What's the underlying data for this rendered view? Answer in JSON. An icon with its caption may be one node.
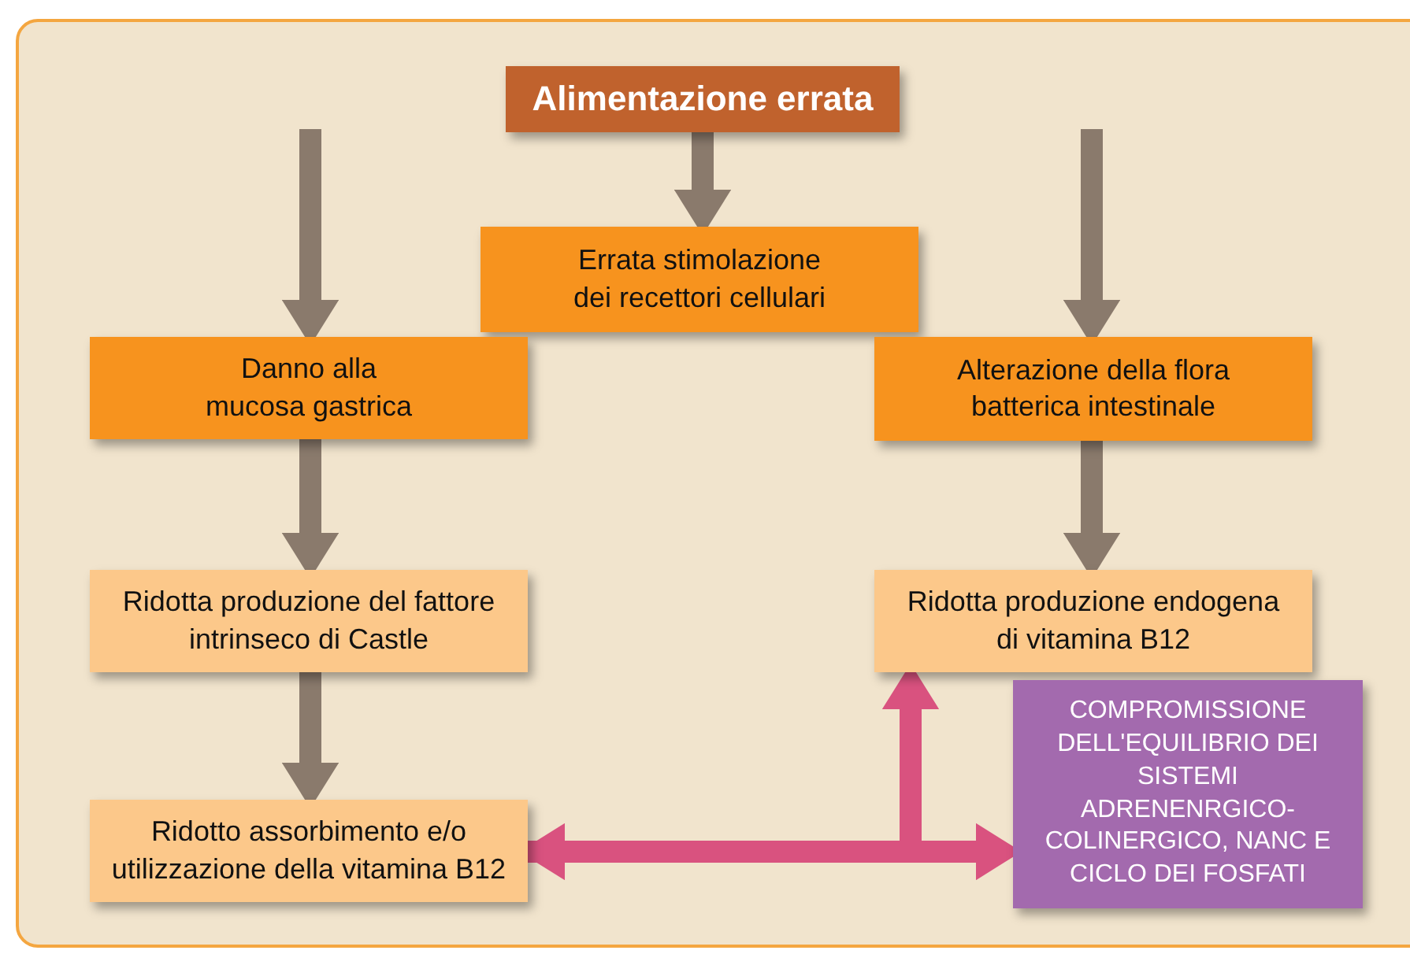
{
  "diagram": {
    "nodes": [
      {
        "text": [
          "Alimentazione errata"
        ]
      },
      {
        "text": [
          "Errata stimolazione dei recettori cellulari"
        ]
      },
      {
        "text": [
          "Danno alla mucosa gastrica"
        ]
      },
      {
        "text": [
          "Alterazione della flora batterica intestinale"
        ]
      },
      {
        "text": [
          "Ridotta produzione del fattore intrinseco di Castle"
        ]
      },
      {
        "text": [
          "Ridotta produzione endogena di vitamina B12"
        ]
      },
      {
        "text": [
          "Ridotto assorbimento e/o utilizzazione della vitamina B12"
        ]
      },
      {
        "text": [
          "COMPROMISSIONE DELL'EQUILIBRIO DEI SISTEMI ADRENENRGICO-COLINERGICO, NANC E CICLO DEI FOSFATI"
        ]
      }
    ],
    "edges": [
      {
        "from": 0,
        "to": 1,
        "arrow": "to"
      },
      {
        "from": null,
        "to": 2,
        "arrow": "to"
      },
      {
        "from": null,
        "to": 3,
        "arrow": "to"
      },
      {
        "from": 2,
        "to": 4,
        "arrow": "to"
      },
      {
        "from": 4,
        "to": 6,
        "arrow": "to"
      },
      {
        "from": 3,
        "to": 5,
        "arrow": "to"
      },
      {
        "from": 6,
        "to": 7,
        "arrow": "both",
        "color": "#d9527f"
      },
      {
        "from": 6,
        "to": 5,
        "arrow": "to",
        "color": "#d9527f"
      }
    ]
  }
}
